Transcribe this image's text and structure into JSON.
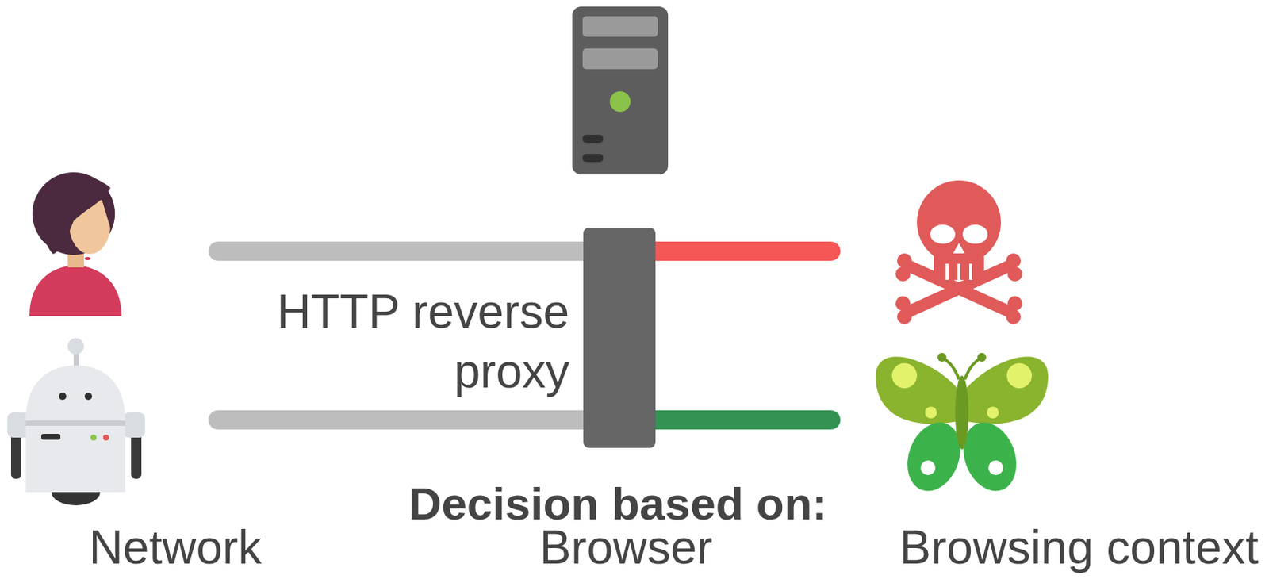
{
  "diagram": {
    "nodes": [
      {
        "text": [
          "HTTP reverse proxy"
        ]
      }
    ],
    "labels": [
      "Decision based on:",
      "Network",
      "Browser",
      "Browsing context"
    ]
  }
}
